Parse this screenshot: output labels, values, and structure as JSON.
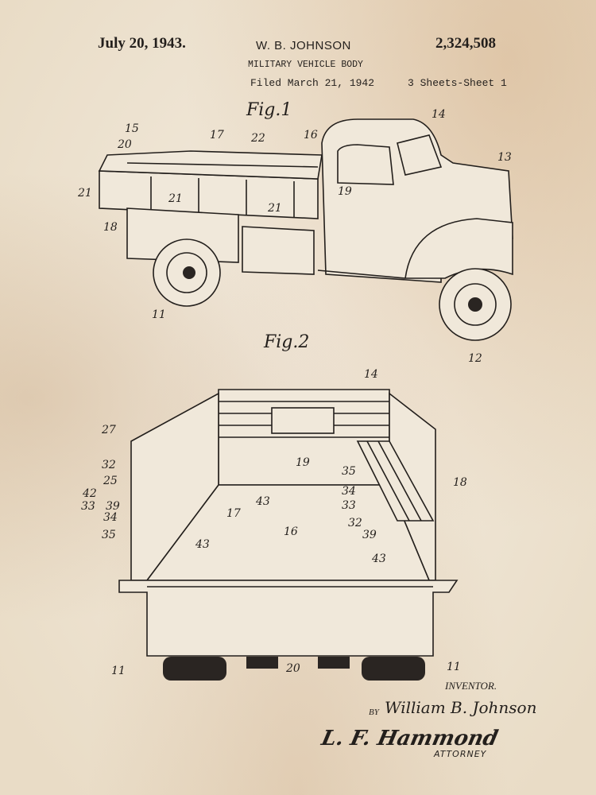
{
  "header": {
    "date": "July 20, 1943.",
    "inventor": "W. B. JOHNSON",
    "patent_number": "2,324,508",
    "title": "MILITARY VEHICLE BODY",
    "filed": "Filed March 21, 1942",
    "sheets": "3 Sheets-Sheet 1"
  },
  "figures": {
    "fig1": "Fig.1",
    "fig2": "Fig.2"
  },
  "fig1_refs": [
    "15",
    "20",
    "17",
    "22",
    "16",
    "14",
    "13",
    "21",
    "21",
    "21",
    "19",
    "18",
    "11",
    "12"
  ],
  "fig2_refs": [
    "14",
    "27",
    "32",
    "25",
    "42",
    "39",
    "33",
    "34",
    "35",
    "43",
    "17",
    "43",
    "16",
    "19",
    "35",
    "34",
    "33",
    "18",
    "32",
    "39",
    "43",
    "20",
    "11",
    "11"
  ],
  "footer": {
    "inventor_label": "INVENTOR.",
    "by": "BY",
    "inventor_signature": "William B. Johnson",
    "attorney_signature": "L. F. Hammond",
    "attorney_label": "ATTORNEY"
  }
}
